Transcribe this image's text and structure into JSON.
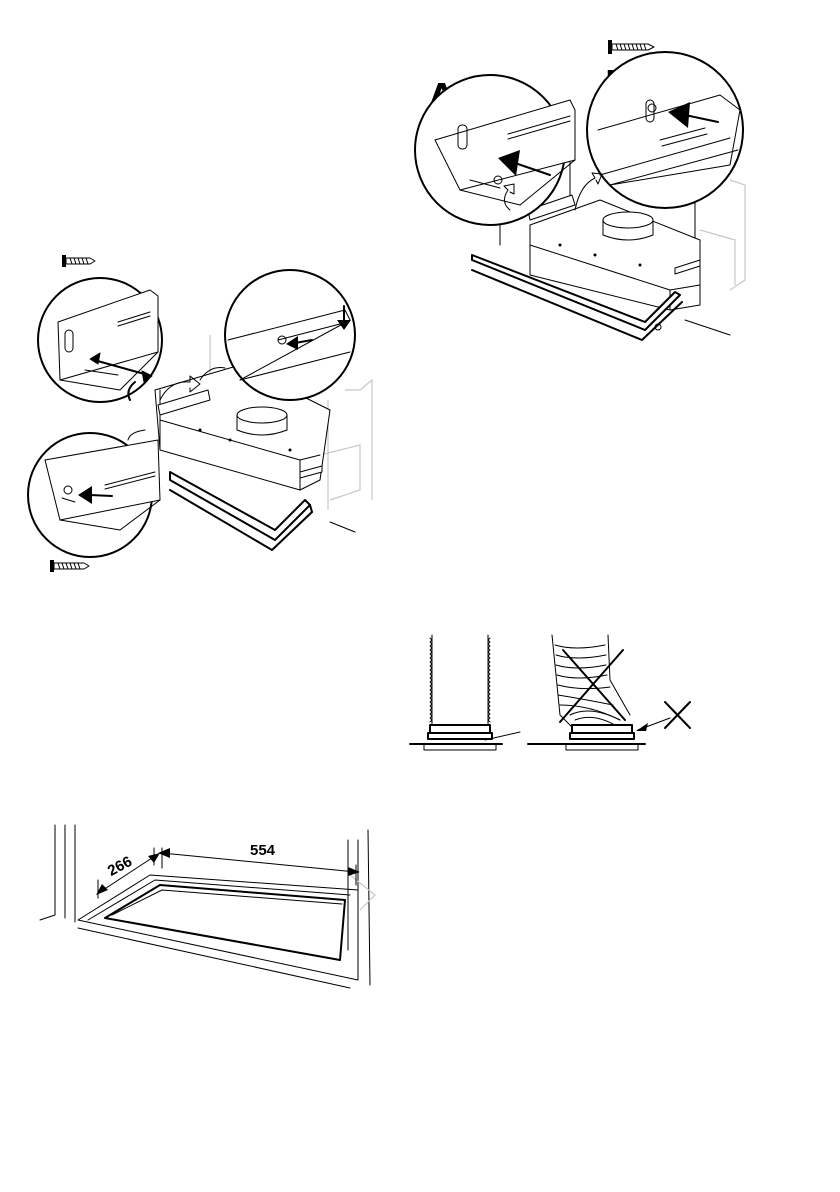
{
  "fig_install_brackets": {
    "icons": [
      "screw-icon",
      "screw-icon"
    ]
  },
  "fig_ab_screws": {
    "label_a": "A",
    "label_b": "B",
    "icons": [
      "screw-icon"
    ]
  },
  "fig_duct": {
    "wrong_mark": "✗"
  },
  "fig_cutout": {
    "depth": "266",
    "width": "554"
  }
}
